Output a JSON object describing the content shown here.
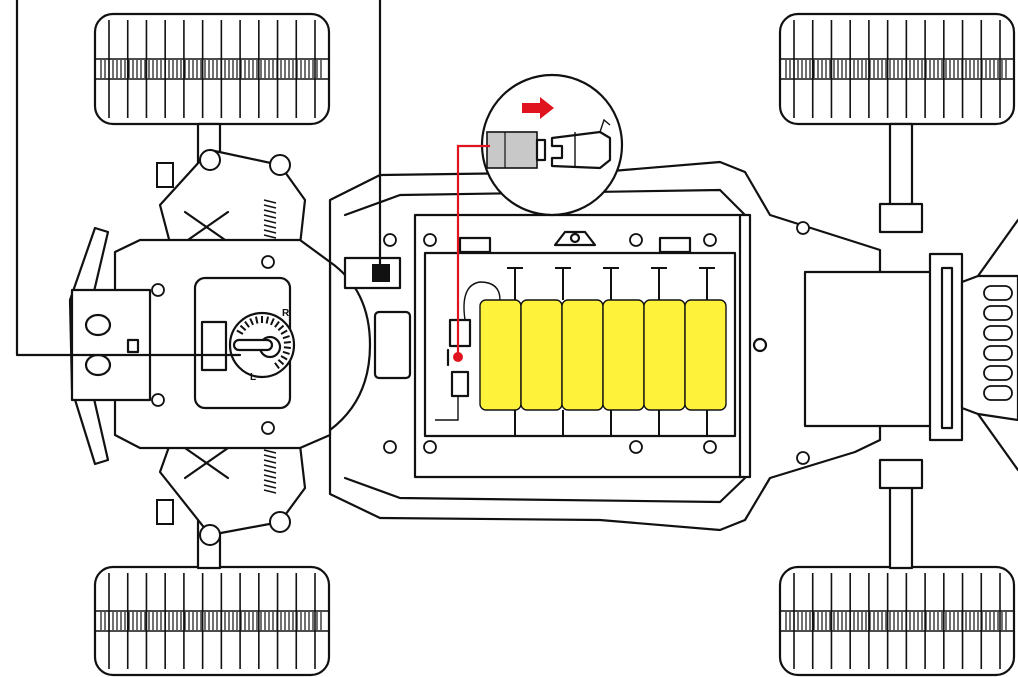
{
  "diagram": {
    "switch_labels": {
      "left": "L",
      "right": "R"
    },
    "colors": {
      "battery_fill": "#fff23a",
      "wire": "#e0141e",
      "arrow": "#e0141e",
      "connector_grey": "#c8c8c8",
      "outline": "#111111"
    },
    "battery_cell_count": 6,
    "icons": [
      "direction-arrow-icon",
      "connector-plug-icon",
      "connector-socket-icon"
    ]
  }
}
